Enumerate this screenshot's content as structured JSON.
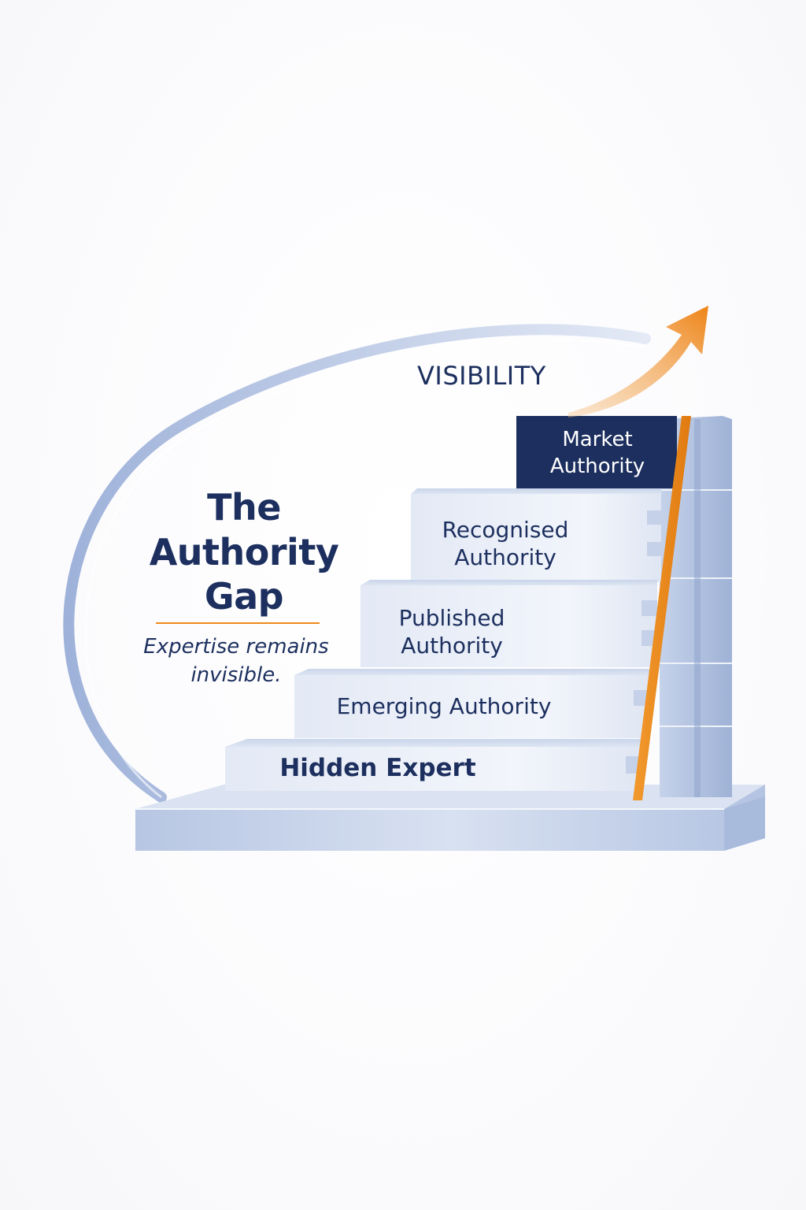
{
  "title_lines": [
    "The",
    "Authority",
    "Gap"
  ],
  "subtitle_lines": [
    "Expertise remains",
    "invisible."
  ],
  "arc_label": "VISIBILITY",
  "steps": [
    {
      "label_lines": [
        "Hidden Expert"
      ]
    },
    {
      "label_lines": [
        "Emerging Authority"
      ]
    },
    {
      "label_lines": [
        "Published",
        "Authority"
      ]
    },
    {
      "label_lines": [
        "Recognised",
        "Authority"
      ]
    },
    {
      "label_lines": [
        "Market",
        "Authority"
      ]
    }
  ],
  "colors": {
    "navy": "#1c2f5e",
    "orange": "#ef8a1c",
    "step_face": "#e6ecf6",
    "step_side": "#b8c6e0",
    "arc": "#9fb3d9"
  }
}
